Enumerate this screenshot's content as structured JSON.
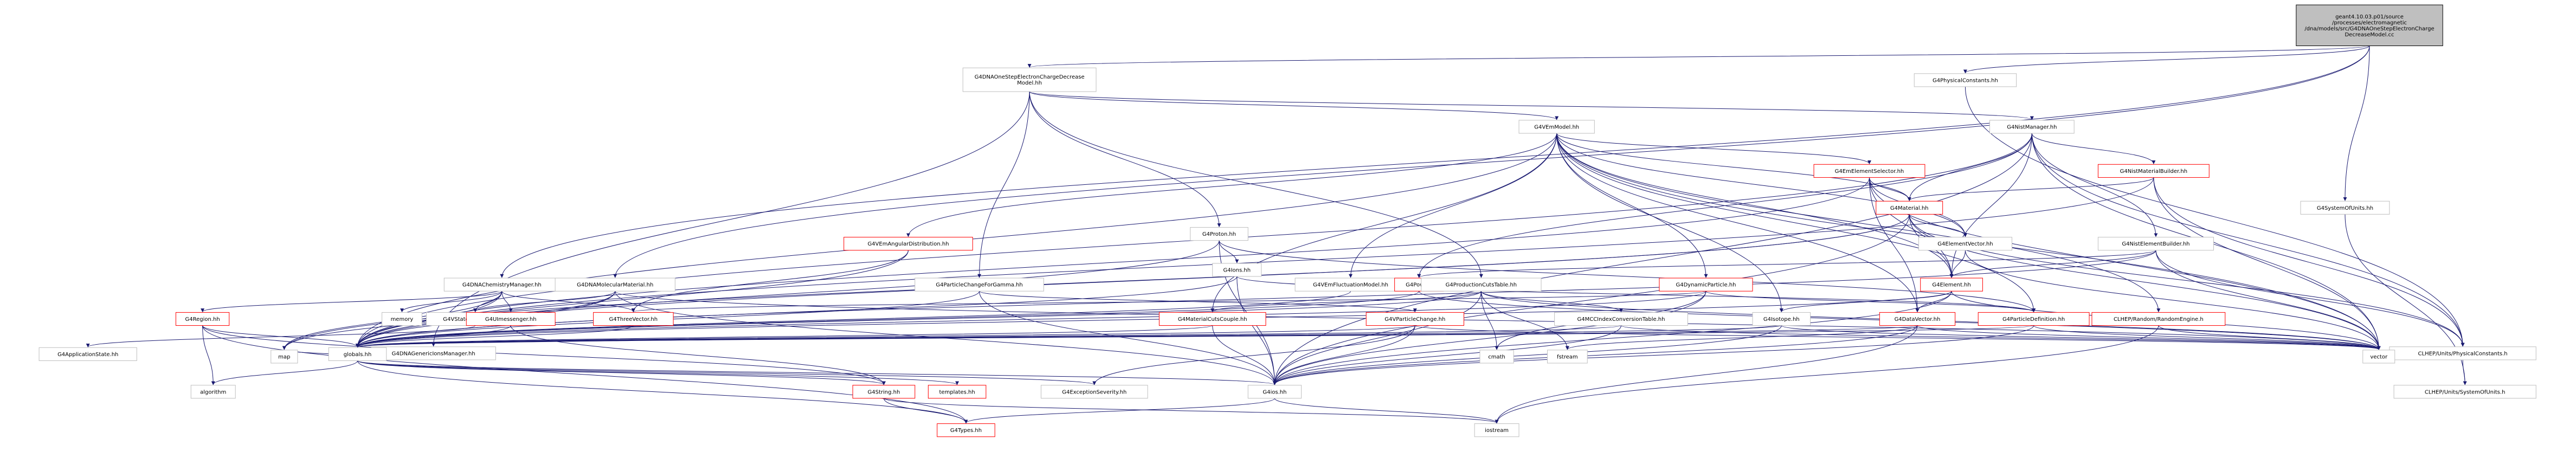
{
  "colors": {
    "node_fill": "#ffffff",
    "node_stroke_linked": "#bfbfbf",
    "node_stroke_red": "#ff0000",
    "node_stroke_plain": "#bfbfbf",
    "root_fill": "#bfbfbf",
    "root_stroke": "#000000",
    "edge": "#191970",
    "text": "#000000"
  },
  "nodes": [
    {
      "id": "root",
      "kind": "root",
      "lines": [
        "geant4.10.03.p01/source",
        "/processes/electromagnetic",
        "/dna/models/src/G4DNAOneStepElectronCharge",
        "DecreaseModel.cc"
      ]
    },
    {
      "id": "n_cdm",
      "kind": "linked",
      "lines": [
        "G4DNAOneStepElectronChargeDecrease",
        "Model.hh"
      ]
    },
    {
      "id": "n_pc",
      "kind": "linked",
      "lines": [
        "G4PhysicalConstants.hh"
      ]
    },
    {
      "id": "n_su",
      "kind": "linked",
      "lines": [
        "G4SystemOfUnits.hh"
      ]
    },
    {
      "id": "n_em",
      "kind": "linked",
      "lines": [
        "G4VEmModel.hh"
      ]
    },
    {
      "id": "n_nist",
      "kind": "linked",
      "lines": [
        "G4NistManager.hh"
      ]
    },
    {
      "id": "n_ees",
      "kind": "red",
      "lines": [
        "G4EmElementSelector.hh"
      ]
    },
    {
      "id": "n_nmb",
      "kind": "red",
      "lines": [
        "G4NistMaterialBuilder.hh"
      ]
    },
    {
      "id": "n_mat",
      "kind": "red",
      "lines": [
        "G4Material.hh"
      ]
    },
    {
      "id": "n_ead",
      "kind": "red",
      "lines": [
        "G4VEmAngularDistribution.hh"
      ]
    },
    {
      "id": "n_prot",
      "kind": "linked",
      "lines": [
        "G4Proton.hh"
      ]
    },
    {
      "id": "n_ion",
      "kind": "linked",
      "lines": [
        "G4Ions.hh"
      ]
    },
    {
      "id": "n_ev",
      "kind": "linked",
      "lines": [
        "G4ElementVector.hh"
      ]
    },
    {
      "id": "n_neb",
      "kind": "linked",
      "lines": [
        "G4NistElementBuilder.hh"
      ]
    },
    {
      "id": "n_chem",
      "kind": "linked",
      "lines": [
        "G4DNAChemistryManager.hh"
      ]
    },
    {
      "id": "n_mol",
      "kind": "linked",
      "lines": [
        "G4DNAMolecularMaterial.hh"
      ]
    },
    {
      "id": "n_pcg",
      "kind": "linked",
      "lines": [
        "G4ParticleChangeForGamma.hh"
      ]
    },
    {
      "id": "n_fm",
      "kind": "linked",
      "lines": [
        "G4VEmFluctuationModel.hh"
      ]
    },
    {
      "id": "n_pow",
      "kind": "red",
      "lines": [
        "G4Pow.hh"
      ]
    },
    {
      "id": "n_pct",
      "kind": "linked",
      "lines": [
        "G4ProductionCutsTable.hh"
      ]
    },
    {
      "id": "n_dyn",
      "kind": "red",
      "lines": [
        "G4DynamicParticle.hh"
      ]
    },
    {
      "id": "n_elem",
      "kind": "red",
      "lines": [
        "G4Element.hh"
      ]
    },
    {
      "id": "n_memory",
      "kind": "plain",
      "lines": [
        "memory"
      ]
    },
    {
      "id": "n_vsd",
      "kind": "linked",
      "lines": [
        "G4VStateDependent.hh"
      ]
    },
    {
      "id": "n_fpe",
      "kind": "red",
      "lines": [
        "G4Region.hh"
      ]
    },
    {
      "id": "n_gim",
      "kind": "linked",
      "lines": [
        "G4DNAGenericIonsManager.hh"
      ]
    },
    {
      "id": "n_uim",
      "kind": "red",
      "lines": [
        "G4UImessenger.hh"
      ]
    },
    {
      "id": "n_tv",
      "kind": "red",
      "lines": [
        "G4ThreeVector.hh"
      ]
    },
    {
      "id": "n_mcc",
      "kind": "red",
      "lines": [
        "G4MaterialCutsCouple.hh"
      ]
    },
    {
      "id": "n_vpc",
      "kind": "red",
      "lines": [
        "G4VParticleChange.hh"
      ]
    },
    {
      "id": "n_mcic",
      "kind": "linked",
      "lines": [
        "G4MCCIndexConversionTable.hh"
      ]
    },
    {
      "id": "n_iso",
      "kind": "linked",
      "lines": [
        "G4Isotope.hh"
      ]
    },
    {
      "id": "n_dv",
      "kind": "red",
      "lines": [
        "G4DataVector.hh"
      ]
    },
    {
      "id": "n_pd",
      "kind": "red",
      "lines": [
        "G4ParticleDefinition.hh"
      ]
    },
    {
      "id": "n_rng",
      "kind": "red",
      "lines": [
        "CLHEP/Random/RandomEngine.h"
      ]
    },
    {
      "id": "n_clpc",
      "kind": "linked",
      "lines": [
        "CLHEP/Units/PhysicalConstants.h"
      ]
    },
    {
      "id": "n_clsu",
      "kind": "linked",
      "lines": [
        "CLHEP/Units/SystemOfUnits.h"
      ]
    },
    {
      "id": "n_as",
      "kind": "linked",
      "lines": [
        "G4ApplicationState.hh"
      ]
    },
    {
      "id": "n_map",
      "kind": "plain",
      "lines": [
        "map"
      ]
    },
    {
      "id": "n_glob",
      "kind": "linked",
      "lines": [
        "globals.hh"
      ]
    },
    {
      "id": "n_cmath",
      "kind": "plain",
      "lines": [
        "cmath"
      ]
    },
    {
      "id": "n_fstream",
      "kind": "plain",
      "lines": [
        "fstream"
      ]
    },
    {
      "id": "n_vector",
      "kind": "plain",
      "lines": [
        "vector"
      ]
    },
    {
      "id": "n_algo",
      "kind": "plain",
      "lines": [
        "algorithm"
      ]
    },
    {
      "id": "n_str",
      "kind": "red",
      "lines": [
        "G4String.hh"
      ]
    },
    {
      "id": "n_tmpl",
      "kind": "red",
      "lines": [
        "templates.hh"
      ]
    },
    {
      "id": "n_exs",
      "kind": "linked",
      "lines": [
        "G4ExceptionSeverity.hh"
      ]
    },
    {
      "id": "n_ios",
      "kind": "linked",
      "lines": [
        "G4ios.hh"
      ]
    },
    {
      "id": "n_types",
      "kind": "red",
      "lines": [
        "G4Types.hh"
      ]
    },
    {
      "id": "n_iostream",
      "kind": "plain",
      "lines": [
        "iostream"
      ]
    }
  ],
  "edges": [
    [
      "root",
      "n_cdm"
    ],
    [
      "root",
      "n_pc"
    ],
    [
      "root",
      "n_su"
    ],
    [
      "root",
      "n_chem"
    ],
    [
      "root",
      "n_mol"
    ],
    [
      "n_cdm",
      "n_em"
    ],
    [
      "n_cdm",
      "n_prot"
    ],
    [
      "n_cdm",
      "n_pcg"
    ],
    [
      "n_cdm",
      "n_pct"
    ],
    [
      "n_cdm",
      "n_nist"
    ],
    [
      "n_cdm",
      "n_gim"
    ],
    [
      "n_pc",
      "n_clpc"
    ],
    [
      "n_su",
      "n_clsu"
    ],
    [
      "n_em",
      "n_glob"
    ],
    [
      "n_em",
      "n_mat"
    ],
    [
      "n_em",
      "n_ees"
    ],
    [
      "n_em",
      "n_ead"
    ],
    [
      "n_em",
      "n_fm"
    ],
    [
      "n_em",
      "n_ev"
    ],
    [
      "n_em",
      "n_elem"
    ],
    [
      "n_em",
      "n_dyn"
    ],
    [
      "n_em",
      "n_iso"
    ],
    [
      "n_em",
      "n_mcc"
    ],
    [
      "n_em",
      "n_vector"
    ],
    [
      "n_em",
      "n_rng"
    ],
    [
      "n_em",
      "n_pd"
    ],
    [
      "n_em",
      "n_dv"
    ],
    [
      "n_nist",
      "n_glob"
    ],
    [
      "n_nist",
      "n_mat"
    ],
    [
      "n_nist",
      "n_nmb"
    ],
    [
      "n_nist",
      "n_neb"
    ],
    [
      "n_nist",
      "n_clpc"
    ],
    [
      "n_nist",
      "n_vector"
    ],
    [
      "n_nist",
      "n_elem"
    ],
    [
      "n_nist",
      "n_pow"
    ],
    [
      "n_nist",
      "n_ios"
    ],
    [
      "n_ees",
      "n_glob"
    ],
    [
      "n_ees",
      "n_mat"
    ],
    [
      "n_ees",
      "n_ev"
    ],
    [
      "n_ees",
      "n_elem"
    ],
    [
      "n_ees",
      "n_vector"
    ],
    [
      "n_ees",
      "n_dv"
    ],
    [
      "n_nmb",
      "n_mat"
    ],
    [
      "n_nmb",
      "n_glob"
    ],
    [
      "n_nmb",
      "n_clpc"
    ],
    [
      "n_nmb",
      "n_vector"
    ],
    [
      "n_mat",
      "n_glob"
    ],
    [
      "n_mat",
      "n_elem"
    ],
    [
      "n_mat",
      "n_ev"
    ],
    [
      "n_mat",
      "n_vector"
    ],
    [
      "n_mat",
      "n_clpc"
    ],
    [
      "n_mat",
      "n_map"
    ],
    [
      "n_mat",
      "n_ios"
    ],
    [
      "n_ead",
      "n_glob"
    ],
    [
      "n_ead",
      "n_tv"
    ],
    [
      "n_prot",
      "n_glob"
    ],
    [
      "n_prot",
      "n_ion"
    ],
    [
      "n_prot",
      "n_ios"
    ],
    [
      "n_prot",
      "n_pd"
    ],
    [
      "n_ion",
      "n_glob"
    ],
    [
      "n_ion",
      "n_ios"
    ],
    [
      "n_ion",
      "n_pd"
    ],
    [
      "n_ev",
      "n_elem"
    ],
    [
      "n_ev",
      "n_vector"
    ],
    [
      "n_neb",
      "n_glob"
    ],
    [
      "n_neb",
      "n_elem"
    ],
    [
      "n_neb",
      "n_clpc"
    ],
    [
      "n_neb",
      "n_vector"
    ],
    [
      "n_neb",
      "n_pow"
    ],
    [
      "n_chem",
      "n_memory"
    ],
    [
      "n_chem",
      "n_vsd"
    ],
    [
      "n_chem",
      "n_glob"
    ],
    [
      "n_chem",
      "n_uim"
    ],
    [
      "n_chem",
      "n_tv"
    ],
    [
      "n_chem",
      "n_map"
    ],
    [
      "n_chem",
      "n_fpe"
    ],
    [
      "n_mol",
      "n_vsd"
    ],
    [
      "n_mol",
      "n_glob"
    ],
    [
      "n_mol",
      "n_map"
    ],
    [
      "n_mol",
      "n_vector"
    ],
    [
      "n_mol",
      "n_ios"
    ],
    [
      "n_pcg",
      "n_glob"
    ],
    [
      "n_pcg",
      "n_ios"
    ],
    [
      "n_pcg",
      "n_vpc"
    ],
    [
      "n_fm",
      "n_glob"
    ],
    [
      "n_pow",
      "n_glob"
    ],
    [
      "n_pow",
      "n_vector"
    ],
    [
      "n_pct",
      "n_glob"
    ],
    [
      "n_pct",
      "n_mcc"
    ],
    [
      "n_pct",
      "n_mcic"
    ],
    [
      "n_pct",
      "n_vector"
    ],
    [
      "n_pct",
      "n_cmath"
    ],
    [
      "n_pct",
      "n_ios"
    ],
    [
      "n_pct",
      "n_fstream"
    ],
    [
      "n_dyn",
      "n_glob"
    ],
    [
      "n_dyn",
      "n_pd"
    ],
    [
      "n_dyn",
      "n_tv"
    ],
    [
      "n_dyn",
      "n_cmath"
    ],
    [
      "n_dyn",
      "n_ios"
    ],
    [
      "n_elem",
      "n_glob"
    ],
    [
      "n_elem",
      "n_iso"
    ],
    [
      "n_elem",
      "n_vector"
    ],
    [
      "n_elem",
      "n_ios"
    ],
    [
      "n_elem",
      "n_dv"
    ],
    [
      "n_vsd",
      "n_as"
    ],
    [
      "n_fpe",
      "n_glob"
    ],
    [
      "n_fpe",
      "n_types"
    ],
    [
      "n_fpe",
      "n_str"
    ],
    [
      "n_fpe",
      "n_algo"
    ],
    [
      "n_gim",
      "n_glob"
    ],
    [
      "n_gim",
      "n_map"
    ],
    [
      "n_uim",
      "n_glob"
    ],
    [
      "n_uim",
      "n_str"
    ],
    [
      "n_tv",
      "n_glob"
    ],
    [
      "n_mcc",
      "n_glob"
    ],
    [
      "n_mcc",
      "n_ios"
    ],
    [
      "n_vpc",
      "n_glob"
    ],
    [
      "n_vpc",
      "n_ios"
    ],
    [
      "n_vpc",
      "n_exs"
    ],
    [
      "n_vpc",
      "n_vector"
    ],
    [
      "n_mcic",
      "n_glob"
    ],
    [
      "n_mcic",
      "n_vector"
    ],
    [
      "n_mcic",
      "n_ios"
    ],
    [
      "n_iso",
      "n_glob"
    ],
    [
      "n_iso",
      "n_vector"
    ],
    [
      "n_iso",
      "n_ios"
    ],
    [
      "n_dv",
      "n_glob"
    ],
    [
      "n_dv",
      "n_vector"
    ],
    [
      "n_dv",
      "n_ios"
    ],
    [
      "n_dv",
      "n_fstream"
    ],
    [
      "n_dv",
      "n_iostream"
    ],
    [
      "n_pd",
      "n_glob"
    ],
    [
      "n_pd",
      "n_vector"
    ],
    [
      "n_pd",
      "n_ios"
    ],
    [
      "n_rng",
      "n_iostream"
    ],
    [
      "n_rng",
      "n_vector"
    ],
    [
      "n_clpc",
      "n_clsu"
    ],
    [
      "n_glob",
      "n_ios"
    ],
    [
      "n_glob",
      "n_str"
    ],
    [
      "n_glob",
      "n_tmpl"
    ],
    [
      "n_glob",
      "n_exs"
    ],
    [
      "n_glob",
      "n_algo"
    ],
    [
      "n_glob",
      "n_types"
    ],
    [
      "n_str",
      "n_types"
    ],
    [
      "n_str",
      "n_iostream"
    ],
    [
      "n_ios",
      "n_types"
    ],
    [
      "n_ios",
      "n_iostream"
    ]
  ]
}
